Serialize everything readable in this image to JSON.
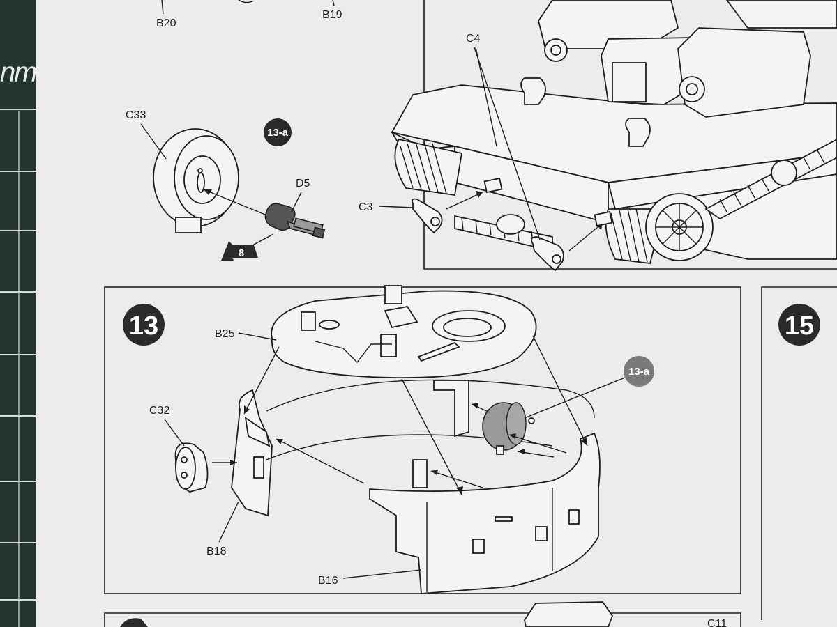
{
  "mat": {
    "text": "nm"
  },
  "colors": {
    "sheet": "#ececea",
    "ink": "#1e1e1e",
    "badge_dark": "#2a2a2a",
    "badge_gray": "#7a7a7a",
    "mat": "#24352d"
  },
  "top_left": {
    "labels": {
      "b20": "B20",
      "b19": "B19",
      "c33": "C33",
      "d5": "D5"
    },
    "sub_badge": "13-a",
    "star_badge": "8"
  },
  "top_right": {
    "labels": {
      "c4": "C4",
      "c3": "C3"
    }
  },
  "step13": {
    "number": "13",
    "sub_badge": "13-a",
    "labels": {
      "b25": "B25",
      "c32": "C32",
      "b18": "B18",
      "b16": "B16"
    }
  },
  "step15": {
    "number": "15"
  },
  "bottom": {
    "label_c11": "C11"
  }
}
